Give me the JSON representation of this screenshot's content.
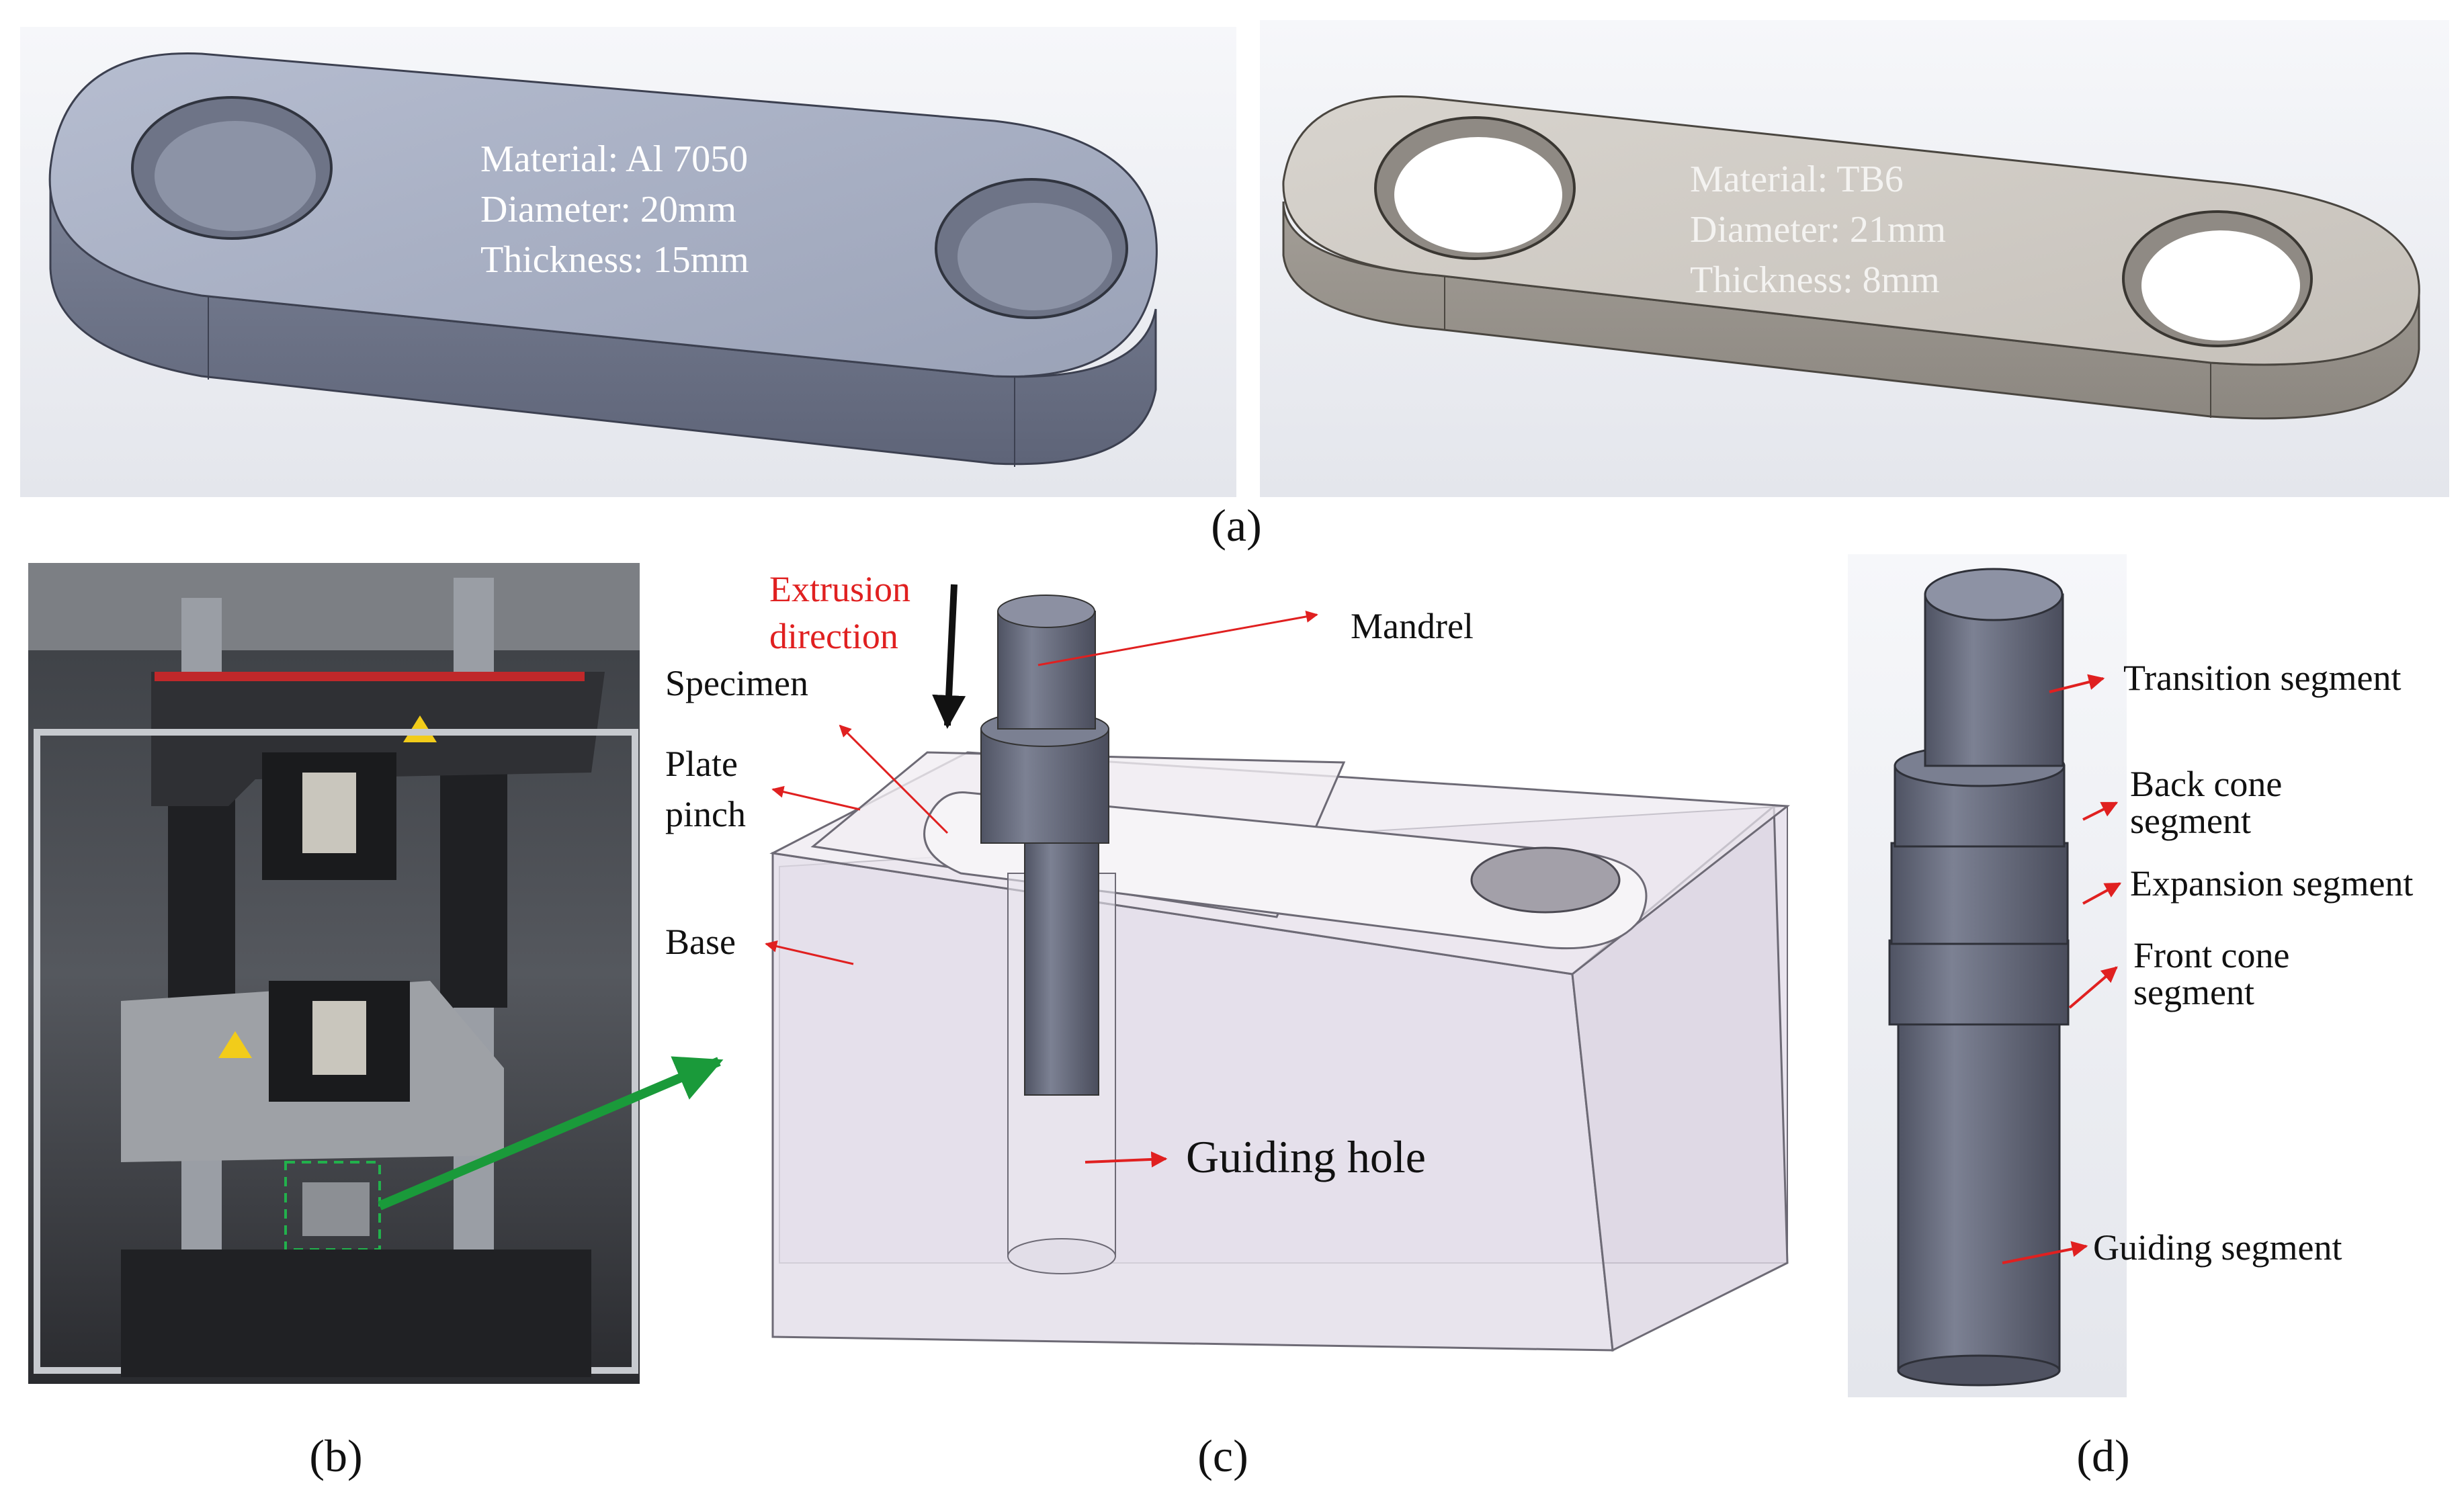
{
  "colors": {
    "accent_red": "#e02020",
    "arrow_green": "#1a9a3a",
    "al_part": "#a7afc3",
    "tb6_part": "#d0ccc6",
    "mandrel": "#6e7283",
    "spec_text": "#ffffff"
  },
  "panel_a": {
    "caption": "(a)",
    "left_specimen": {
      "material": "Material: Al 7050",
      "diameter": "Diameter: 20mm",
      "thickness": "Thickness: 15mm"
    },
    "right_specimen": {
      "material": "Material: TB6",
      "diameter": "Diameter: 21mm",
      "thickness": "Thickness: 8mm"
    }
  },
  "panel_b": {
    "caption": "(b)"
  },
  "panel_c": {
    "caption": "(c)",
    "labels": {
      "extrusion_line1": "Extrusion",
      "extrusion_line2": "direction",
      "mandrel": "Mandrel",
      "specimen": "Specimen",
      "plate_line1": "Plate",
      "plate_line2": "pinch",
      "base": "Base",
      "guiding_hole": "Guiding hole"
    }
  },
  "panel_d": {
    "caption": "(d)",
    "labels": {
      "transition": "Transition segment",
      "back_cone_line1": "Back cone",
      "back_cone_line2": "segment",
      "expansion": "Expansion segment",
      "front_cone_line1": "Front cone",
      "front_cone_line2": "segment",
      "guiding": "Guiding segment"
    }
  }
}
